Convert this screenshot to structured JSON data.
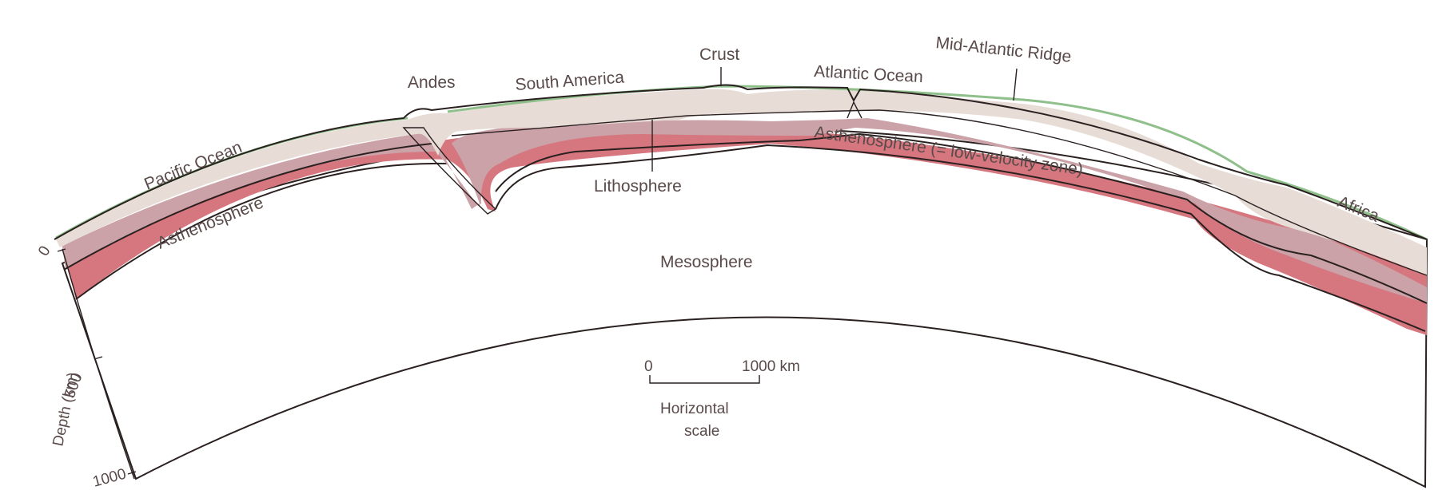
{
  "labels": {
    "pacific_ocean": "Pacific Ocean",
    "andes": "Andes",
    "south_america": "South America",
    "crust": "Crust",
    "atlantic_ocean": "Atlantic Ocean",
    "mid_atlantic_ridge": "Mid-Atlantic Ridge",
    "asthenosphere_left": "Asthenosphere",
    "asthenosphere_right": "Asthenosphere (= low-velocity zone)",
    "lithosphere": "Lithosphere",
    "mesosphere": "Mesosphere",
    "africa": "Africa"
  },
  "depth_axis": {
    "title": "Depth (km)",
    "ticks": [
      "0",
      "500",
      "1000"
    ]
  },
  "scale_bar": {
    "start_label": "0",
    "end_label": "1000 km",
    "caption_line1": "Horizontal",
    "caption_line2": "scale"
  },
  "colors": {
    "background": "#ffffff",
    "mesosphere": "#e9877c",
    "asthenosphere": "#d6767f",
    "lithosphere": "#caa2a8",
    "crust": "#e7dcd6",
    "ocean": "#8fbf8a",
    "outline": "#2a2020",
    "text": "#5a4a4a"
  }
}
